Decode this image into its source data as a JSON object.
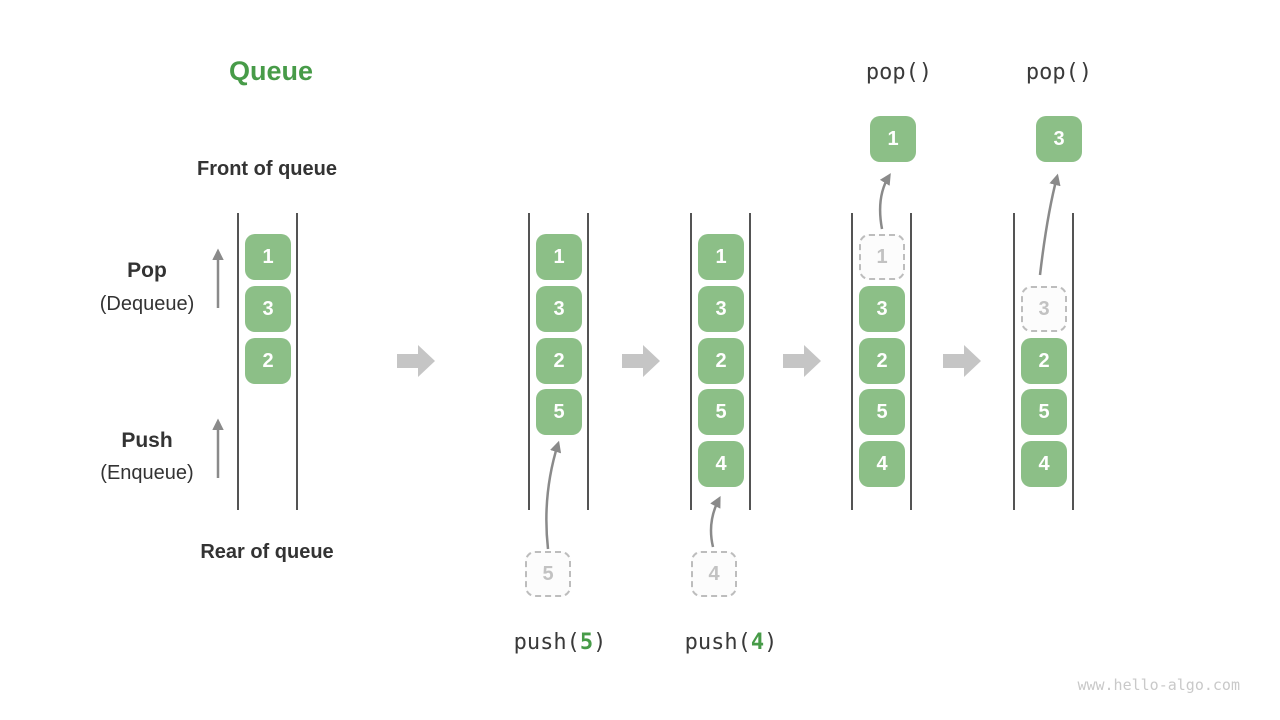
{
  "title": "Queue",
  "labels": {
    "front_of_queue": "Front of queue",
    "rear_of_queue": "Rear of queue",
    "pop": "Pop",
    "pop_sub": "(Dequeue)",
    "push": "Push",
    "push_sub": "(Enqueue)"
  },
  "watermark": "www.hello-algo.com",
  "colors": {
    "box_green": "#8cbf87",
    "title_green": "#479b48",
    "text_dark": "#333333",
    "block_arrow_gray": "#c5c5c5",
    "thin_arrow_gray": "#8a8a8a",
    "dashed_border_gray": "#bdbdbd",
    "column_line_gray": "#545454"
  },
  "columns": [
    {
      "name": "state-1",
      "boxes": [
        {
          "value": "1"
        },
        {
          "value": "3"
        },
        {
          "value": "2"
        }
      ]
    },
    {
      "name": "state-2-after-push-5",
      "boxes": [
        {
          "value": "1"
        },
        {
          "value": "3"
        },
        {
          "value": "2"
        },
        {
          "value": "5"
        }
      ],
      "incoming": {
        "value": "5"
      },
      "operation": {
        "pre": "push(",
        "num": "5",
        "post": ")"
      }
    },
    {
      "name": "state-3-after-push-4",
      "boxes": [
        {
          "value": "1"
        },
        {
          "value": "3"
        },
        {
          "value": "2"
        },
        {
          "value": "5"
        },
        {
          "value": "4"
        }
      ],
      "incoming": {
        "value": "4"
      },
      "operation": {
        "pre": "push(",
        "num": "4",
        "post": ")"
      }
    },
    {
      "name": "state-4-after-pop-1",
      "boxes": [
        {
          "value": "1",
          "dashed": true
        },
        {
          "value": "3"
        },
        {
          "value": "2"
        },
        {
          "value": "5"
        },
        {
          "value": "4"
        }
      ],
      "popped": {
        "value": "1"
      },
      "operation_label": "pop()"
    },
    {
      "name": "state-5-after-pop-3",
      "boxes": [
        {
          "value": "3",
          "dashed": true
        },
        {
          "value": "2"
        },
        {
          "value": "5"
        },
        {
          "value": "4"
        }
      ],
      "popped": {
        "value": "3"
      },
      "operation_label": "pop()"
    }
  ]
}
